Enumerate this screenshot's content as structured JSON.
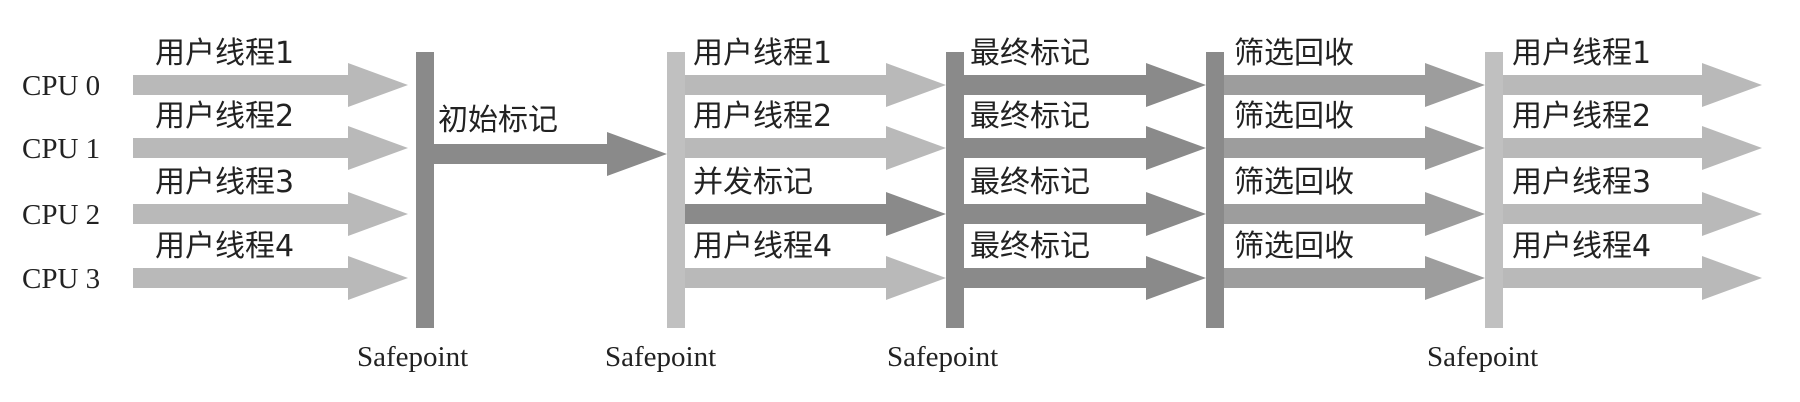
{
  "cpus": [
    "CPU 0",
    "CPU 1",
    "CPU 2",
    "CPU 3"
  ],
  "colors": {
    "light_arrow": "#b9b9b9",
    "mid_arrow": "#9d9d9d",
    "dark_arrow": "#8a8a8a",
    "dark_bar": "#8a8a8a",
    "light_bar": "#c0c0c0",
    "text": "#222222"
  },
  "phase1": {
    "labels": [
      "用户线程1",
      "用户线程2",
      "用户线程3",
      "用户线程4"
    ]
  },
  "initial_mark": {
    "label": "初始标记"
  },
  "phase3": {
    "labels": [
      "用户线程1",
      "用户线程2",
      "并发标记",
      "用户线程4"
    ]
  },
  "final_mark": {
    "labels": [
      "最终标记",
      "最终标记",
      "最终标记",
      "最终标记"
    ]
  },
  "cleanup": {
    "labels": [
      "筛选回收",
      "筛选回收",
      "筛选回收",
      "筛选回收"
    ]
  },
  "phase6": {
    "labels": [
      "用户线程1",
      "用户线程2",
      "用户线程3",
      "用户线程4"
    ]
  },
  "safepoints": [
    "Safepoint",
    "Safepoint",
    "Safepoint",
    "Safepoint"
  ]
}
